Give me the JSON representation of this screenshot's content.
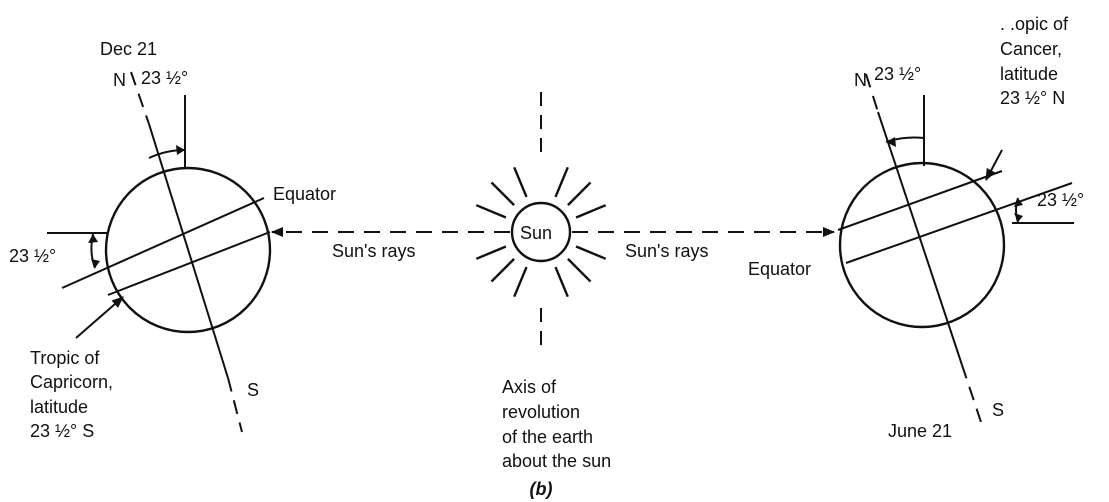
{
  "labels": {
    "dec_date": "Dec 21",
    "june_date": "June 21",
    "north": "N",
    "south": "S",
    "angle": "23 ½°",
    "equator": "Equator",
    "sun": "Sun",
    "sun_rays": "Sun's rays",
    "capricorn": [
      "Tropic of",
      "Capricorn,",
      "latitude",
      "23 ½° S"
    ],
    "cancer": [
      ". .opic of",
      "Cancer,",
      "latitude",
      "23 ½° N"
    ],
    "axis": [
      "Axis of",
      "revolution",
      "of the earth",
      "about the sun"
    ],
    "caption": "(b)"
  },
  "colors": {
    "ink": "#111111",
    "background": "#ffffff"
  }
}
